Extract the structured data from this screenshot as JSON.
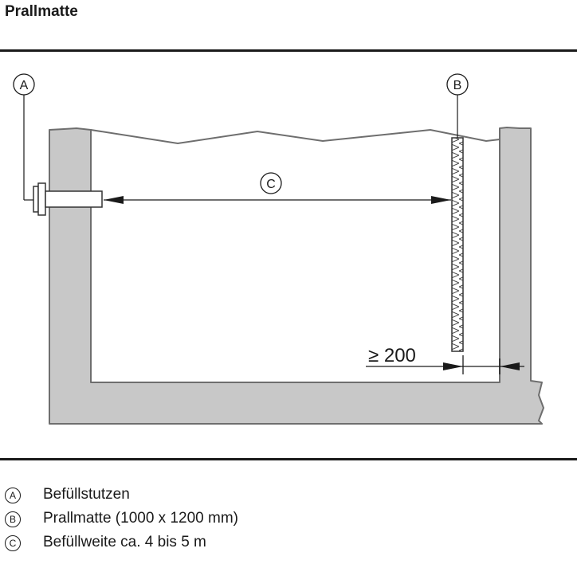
{
  "title": "Prallmatte",
  "callouts": {
    "a": "A",
    "b": "B",
    "c": "C"
  },
  "dimension_label": "≥ 200",
  "legend": [
    {
      "marker": "A",
      "text": "Befüllstutzen"
    },
    {
      "marker": "B",
      "text": "Prallmatte (1000 x 1200 mm)"
    },
    {
      "marker": "C",
      "text": "Befüllweite ca. 4 bis 5 m"
    }
  ],
  "colors": {
    "wall": "#c8c8c8",
    "outline": "#6e6e6e",
    "ink": "#1a1a1a"
  }
}
